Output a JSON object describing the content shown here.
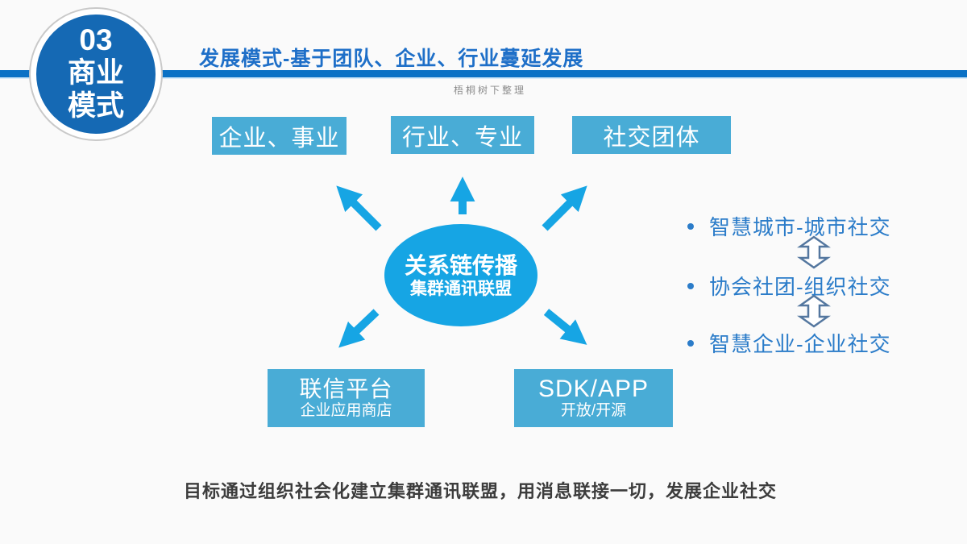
{
  "slide": {
    "badge": {
      "number": "03",
      "title_line1": "商业",
      "title_line2": "模式"
    },
    "header": {
      "title": "发展模式-基于团队、企业、行业蔓延发展",
      "credit": "梧桐树下整理"
    },
    "top_boxes": [
      {
        "label": "企业、事业"
      },
      {
        "label": "行业、专业"
      },
      {
        "label": "社交团体"
      }
    ],
    "center_ellipse": {
      "line1": "关系链传播",
      "line2": "集群通讯联盟"
    },
    "bottom_boxes": [
      {
        "title": "联信平台",
        "subtitle": "企业应用商店"
      },
      {
        "title": "SDK/APP",
        "subtitle": "开放/开源"
      }
    ],
    "right_list": {
      "items": [
        {
          "label": "智慧城市-城市社交"
        },
        {
          "label": "协会社团-组织社交"
        },
        {
          "label": "智慧企业-企业社交"
        }
      ]
    },
    "caption": "目标通过组织社会化建立集群通讯联盟，用消息联接一切，发展企业社交",
    "colors": {
      "bar_blue": "#0a71c5",
      "badge_blue": "#1569b4",
      "box_blue": "#49acd6",
      "vivid_blue": "#16a5e4",
      "title_blue": "#1e6fc8",
      "list_blue": "#2b7cc9",
      "caption_gray": "#3c3c3c"
    }
  }
}
